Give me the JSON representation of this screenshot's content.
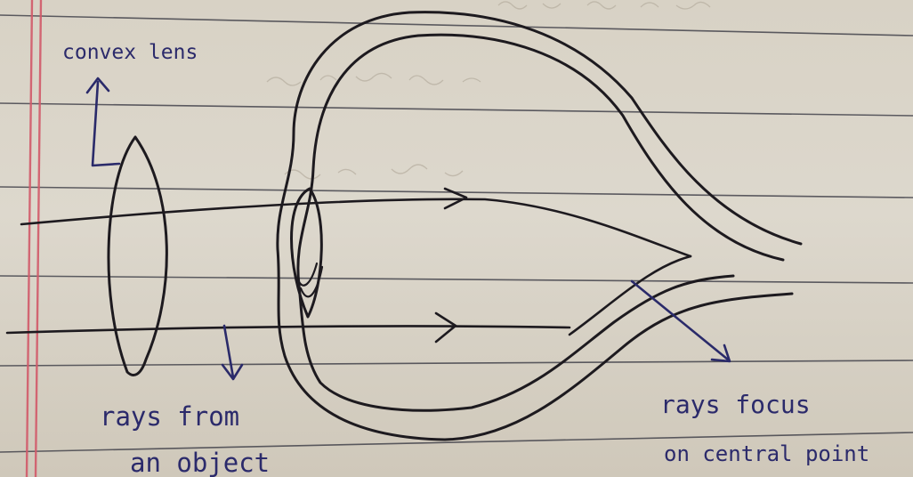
{
  "labels": {
    "lens": "convex lens",
    "rays_line1": "rays from",
    "rays_line2": "an object",
    "focus_line1": "rays focus",
    "focus_line2": "on central point"
  },
  "colors": {
    "paper": "#d9d4c9",
    "rule_line": "#3b3b45",
    "margin_line": "#d25a6a",
    "ink": "#1d1a1f",
    "blue_ink": "#2b2a6b"
  }
}
